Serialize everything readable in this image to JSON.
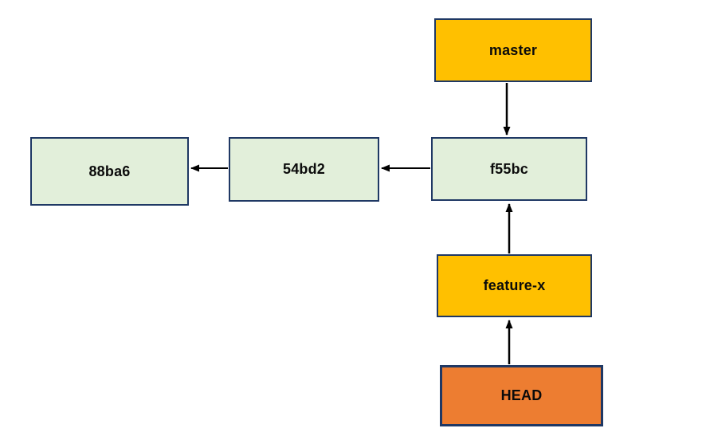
{
  "diagram": {
    "type": "git-commit-graph",
    "nodes": [
      {
        "id": "master",
        "label": "master",
        "kind": "branch-label"
      },
      {
        "id": "f55bc",
        "label": "f55bc",
        "kind": "commit"
      },
      {
        "id": "54bd2",
        "label": "54bd2",
        "kind": "commit"
      },
      {
        "id": "88ba6",
        "label": "88ba6",
        "kind": "commit"
      },
      {
        "id": "feature-x",
        "label": "feature-x",
        "kind": "branch-label"
      },
      {
        "id": "head",
        "label": "HEAD",
        "kind": "head-pointer"
      }
    ],
    "edges": [
      {
        "from": "master",
        "to": "f55bc",
        "direction": "down"
      },
      {
        "from": "f55bc",
        "to": "54bd2",
        "direction": "left"
      },
      {
        "from": "54bd2",
        "to": "88ba6",
        "direction": "left"
      },
      {
        "from": "feature-x",
        "to": "f55bc",
        "direction": "up"
      },
      {
        "from": "head",
        "to": "feature-x",
        "direction": "up"
      }
    ],
    "colors": {
      "branch_fill": "#FFC000",
      "head_fill": "#ED7D31",
      "commit_fill": "#E2EFDA",
      "border": "#1F3864",
      "arrow": "#000000",
      "background": "#FFFFFF"
    }
  }
}
